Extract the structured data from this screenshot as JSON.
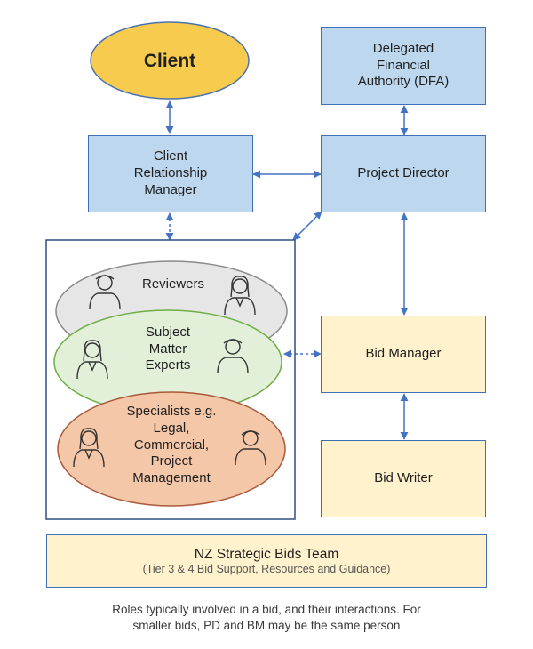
{
  "nodes": {
    "client": "Client",
    "dfa": "Delegated\nFinancial\nAuthority (DFA)",
    "crm": "Client\nRelationship\nManager",
    "pd": "Project Director",
    "reviewers": "Reviewers",
    "sme": "Subject\nMatter\nExperts",
    "specialists": "Specialists e.g.\nLegal,\nCommercial,\nProject\nManagement",
    "bid_manager": "Bid Manager",
    "bid_writer": "Bid Writer"
  },
  "team": {
    "title": "NZ Strategic Bids Team",
    "subtitle": "(Tier 3 & 4 Bid Support, Resources and Guidance)"
  },
  "caption": {
    "line1": "Roles typically involved in a bid, and their interactions. For",
    "line2": "smaller bids, PD and BM may be the same person"
  },
  "icons": {
    "client_ellipse": "ellipse-yellow",
    "person": "person-outline-icon"
  },
  "colors": {
    "client_fill": "#f7cb4d",
    "client_border": "#4a72b0",
    "blue_fill": "#bdd7ee",
    "yellow_fill": "#fff2cc",
    "arrow": "#4472c4",
    "reviewers_fill": "#e6e6e6",
    "sme_fill": "#e2efd9",
    "specialists_fill": "#f4c7a8"
  }
}
